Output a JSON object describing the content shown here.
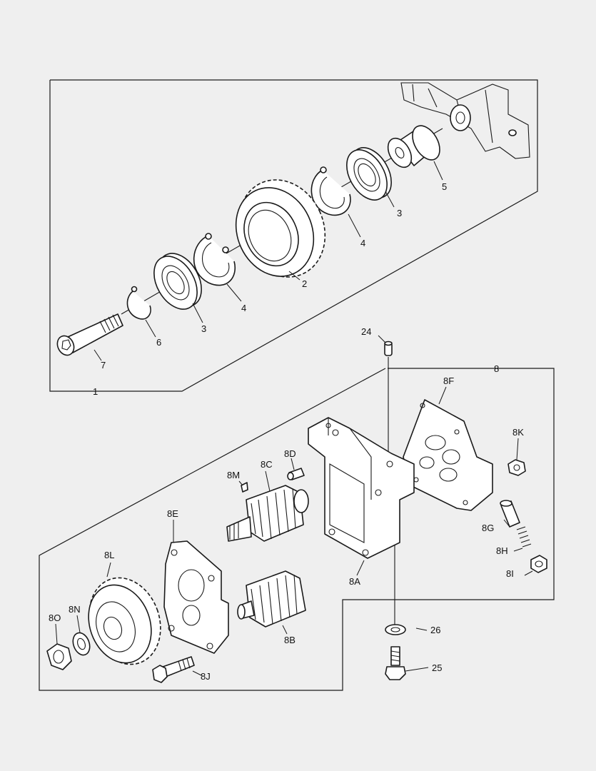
{
  "callouts": {
    "c1": "1",
    "c2": "2",
    "c3a": "3",
    "c3b": "3",
    "c4a": "4",
    "c4b": "4",
    "c5": "5",
    "c6": "6",
    "c7": "7",
    "c8": "8",
    "c24": "24",
    "c25": "25",
    "c26": "26",
    "c8A": "8A",
    "c8B": "8B",
    "c8C": "8C",
    "c8D": "8D",
    "c8E": "8E",
    "c8F": "8F",
    "c8G": "8G",
    "c8H": "8H",
    "c8I": "8I",
    "c8J": "8J",
    "c8K": "8K",
    "c8L": "8L",
    "c8M": "8M",
    "c8N": "8N",
    "c8O": "8O"
  }
}
